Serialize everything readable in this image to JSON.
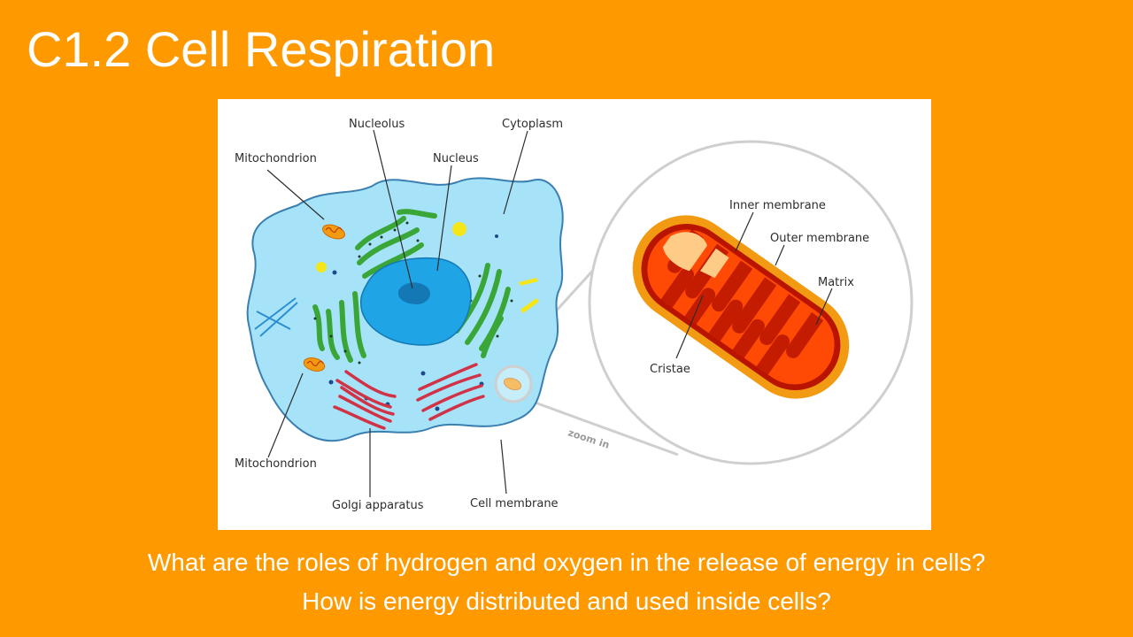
{
  "slide": {
    "title": "C1.2 Cell Respiration"
  },
  "diagram": {
    "labels": {
      "nucleolus": "Nucleolus",
      "cytoplasm": "Cytoplasm",
      "mitochondrion_top": "Mitochondrion",
      "nucleus": "Nucleus",
      "mitochondrion_bottom": "Mitochondrion",
      "golgi": "Golgi apparatus",
      "cell_membrane": "Cell membrane",
      "inner_membrane": "Inner membrane",
      "outer_membrane": "Outer membrane",
      "matrix": "Matrix",
      "cristae": "Cristae",
      "zoom": "zoom in"
    },
    "colors": {
      "cytoplasm": "#a6e3f8",
      "membrane": "#3a7fb0",
      "nucleus": "#1fa4e6",
      "nucleolus": "#1478b4",
      "er": "#3aa637",
      "golgi": "#d23246",
      "mito_outer": "#f39a13",
      "mito_inner": "#ff4a06",
      "mito_dark": "#b81400",
      "mito_light": "#ffcc88"
    }
  },
  "questions": [
    "What are the roles of hydrogen and oxygen in the release of energy in cells?",
    "How is energy distributed and used inside cells?"
  ]
}
